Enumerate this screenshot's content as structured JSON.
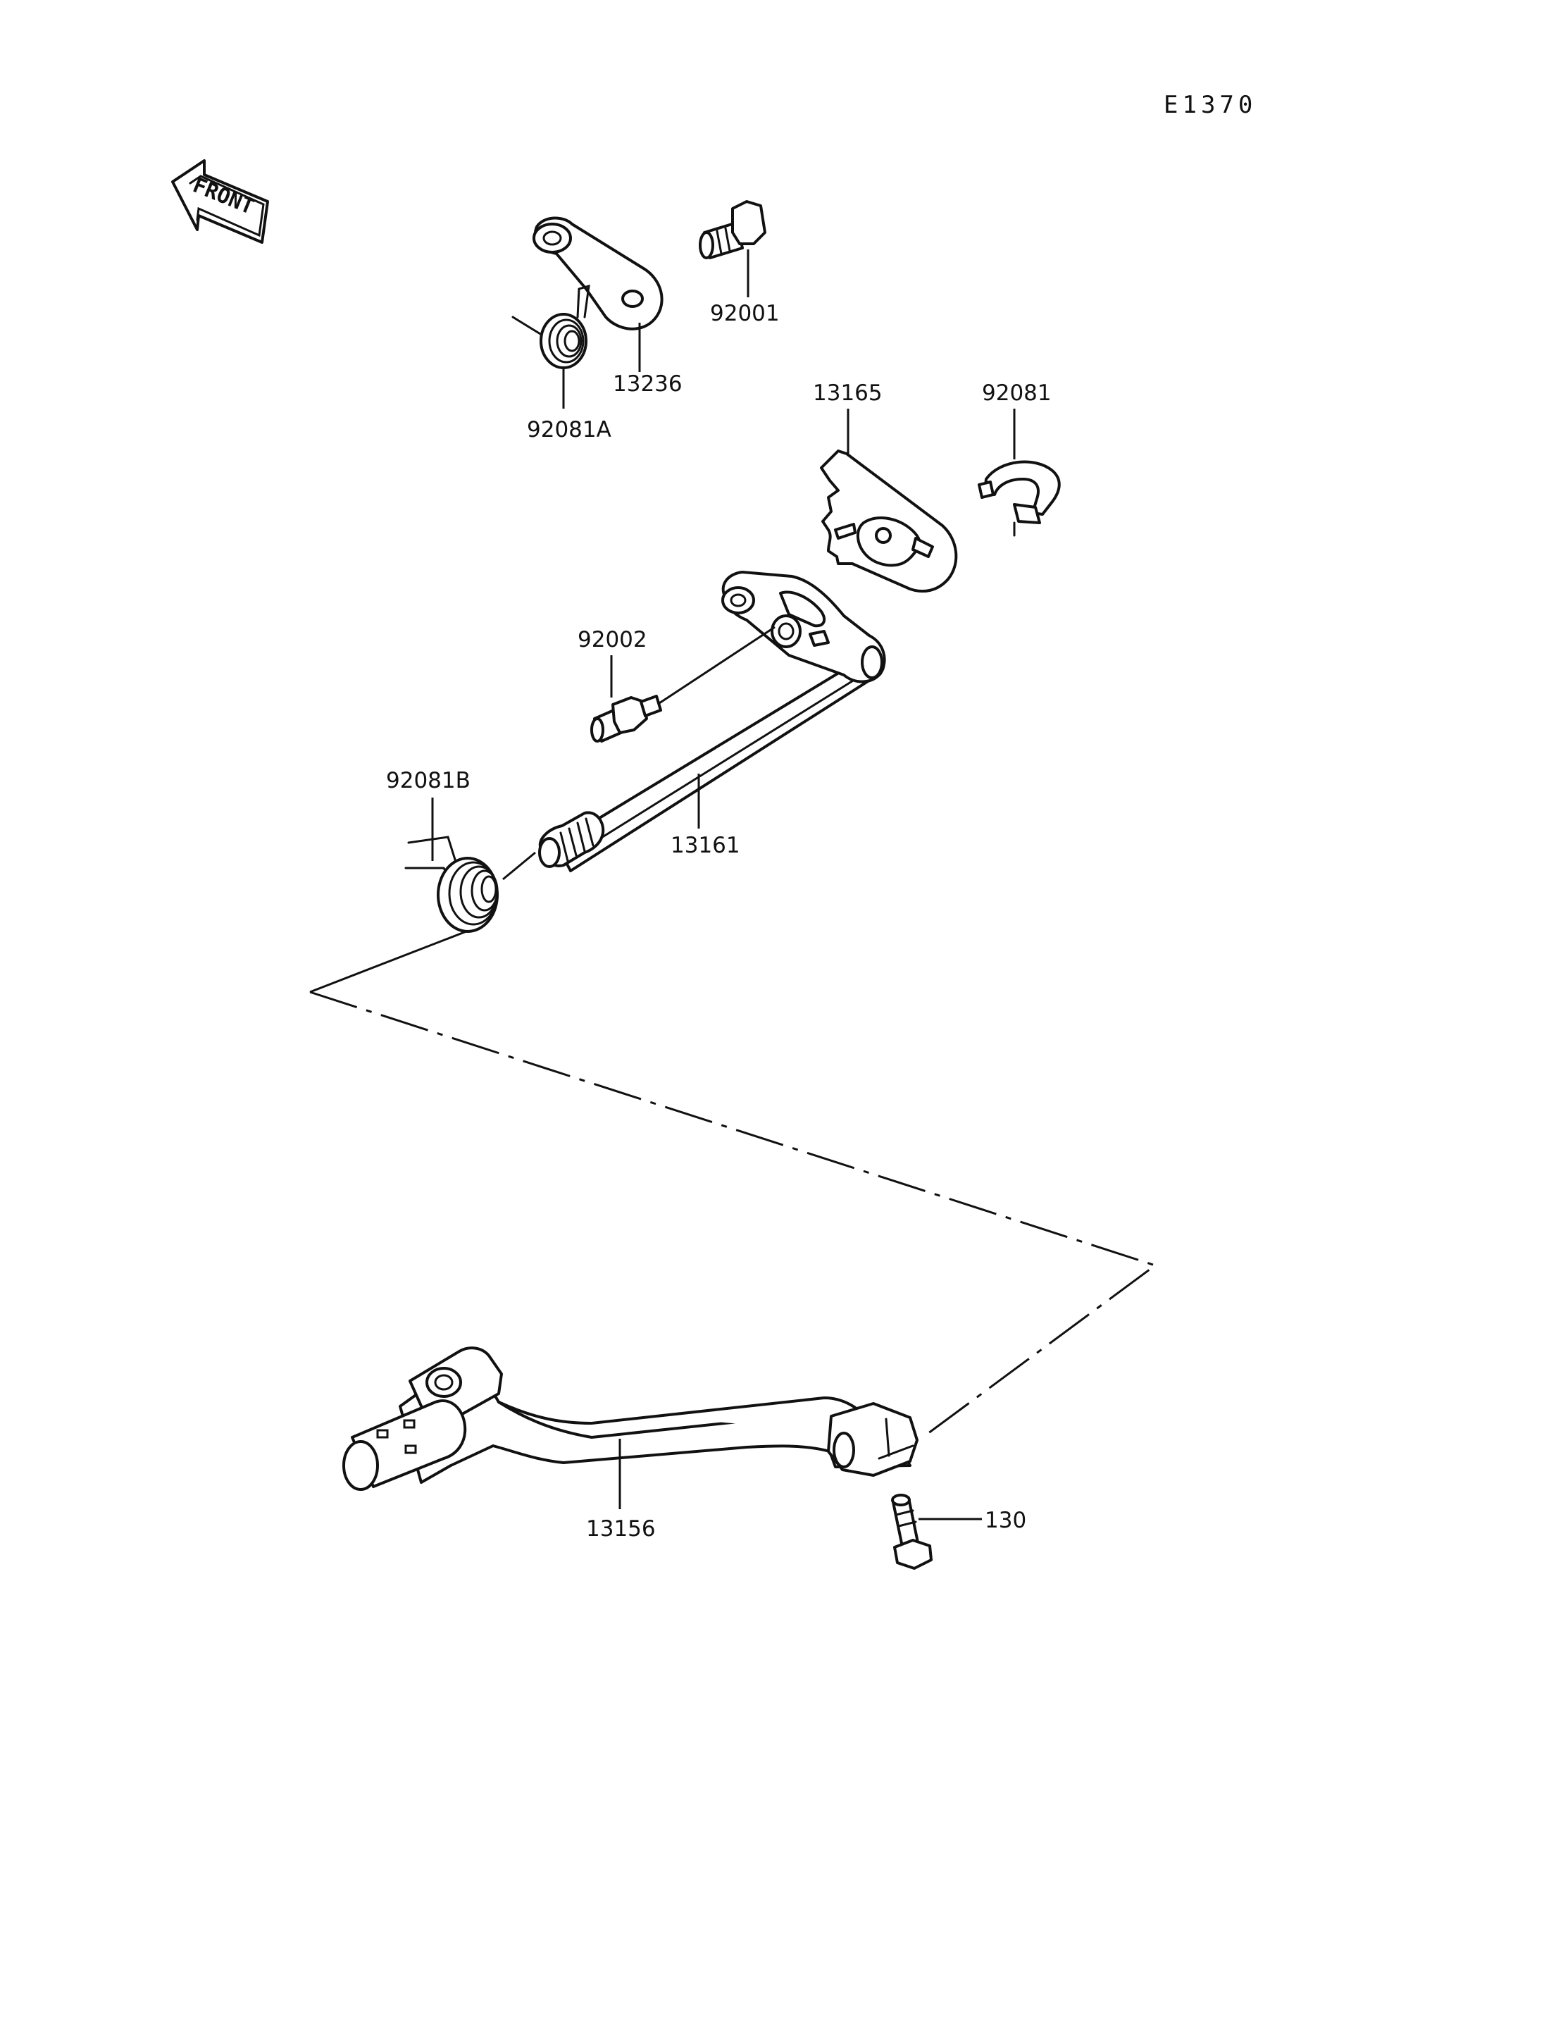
{
  "diagram_code": "E1370",
  "front_label": "FRONT",
  "parts": {
    "p13236": "13236",
    "p92001": "92001",
    "p92081A": "92081A",
    "p13165": "13165",
    "p92081": "92081",
    "p92002": "92002",
    "p92081B": "92081B",
    "p13161": "13161",
    "p13156": "13156",
    "p130": "130"
  },
  "icons": {
    "front": "front-arrow-icon"
  }
}
